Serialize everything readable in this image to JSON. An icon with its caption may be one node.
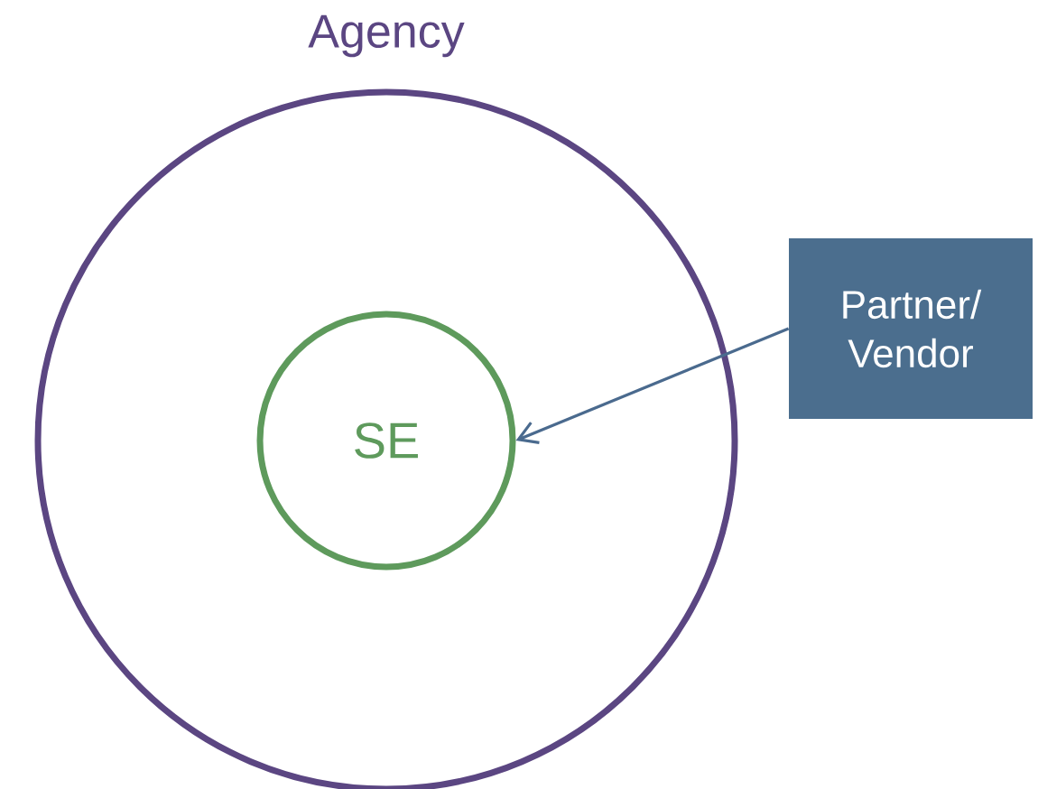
{
  "diagram": {
    "nodes": [
      {
        "text": [
          "Agency"
        ]
      },
      {
        "text": [
          "SE"
        ],
        "in": 0
      },
      {
        "text": [
          "Partner/ Vendor"
        ]
      }
    ],
    "edges": [
      {
        "from": 2,
        "to": 1,
        "arrow": "to"
      }
    ]
  }
}
